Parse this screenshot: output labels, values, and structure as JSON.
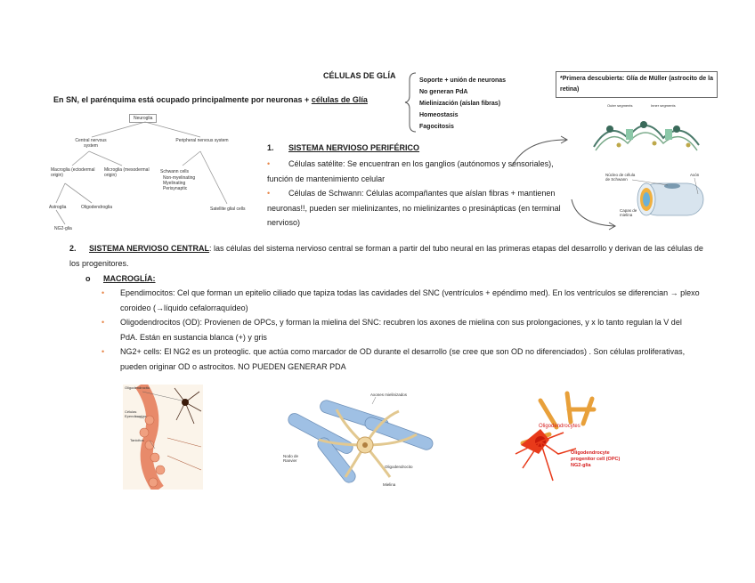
{
  "title": "CÉLULAS DE GLÍA",
  "intro": {
    "text": "En SN, el parénquima está ocupado principalmente por neuronas + ",
    "link": "células de Glía"
  },
  "functions": [
    "Soporte + unión de neuronas",
    "No generan PdA",
    "Mielinización (aíslan fibras)",
    "Homeostasis",
    "Fagocitosis"
  ],
  "first_discovery": "*Primera descubierta: Glía de Müller (astrocito de la retina)",
  "neuroglia_diagram": {
    "root": "Neuroglia",
    "cns": "Central nervous system",
    "pns": "Peripheral nervous system",
    "macroglia": "Macroglia (ectodermal origin)",
    "microglia": "Microglia (mesodermal origin)",
    "schwann": "Schwann cells",
    "schwann_types": "Non-myelinating\nMyelinating\nPerisynaptic",
    "astroglia": "Astroglia",
    "oligodendroglia": "Oligodendroglia",
    "ng2": "NG2-glia",
    "satellite": "Satellite glial cells"
  },
  "snp": {
    "number": "1.",
    "heading": "SISTEMA NERVIOSO PERIFÉRICO",
    "item1": "Células satélite: Se encuentran en los ganglios (autónomos y sensoriales), función de mantenimiento celular",
    "item2": "Células de Schwann: Células acompañantes que aíslan fibras + mantienen neuronas!!, pueden ser mielinizantes, no mielinizantes o presinápticas (en terminal nervioso)"
  },
  "snc": {
    "number": "2.",
    "heading": "SISTEMA NERVIOSO CENTRAL",
    "text": ": las células del sistema nervioso central se forman a partir del tubo neural en las primeras etapas del desarrollo y derivan de las células de los progenitores.",
    "macroglia_bullet": "o",
    "macroglia_heading": "MACROGLÍA:",
    "items": [
      "Ependimocitos: Cel que forman un epitelio ciliado que tapiza todas las cavidades del SNC (ventrículos + epéndimo med). En los ventrículos se diferencian → plexo coroideo (→líquido cefalorraquídeo)",
      "Oligodendrocitos (OD): Provienen de OPCs, y forman la mielina del SNC: recubren los axones de mielina con sus prolongaciones, y x lo tanto regulan la V del PdA. Están en sustancia blanca (+) y gris",
      "NG2+ cells: El NG2 es un proteoglic. que actúa como marcador de OD durante el desarrollo (se cree que son OD no diferenciados) . Son células proliferativas, pueden originar OD o astrocitos. NO PUEDEN GENERAR PDA"
    ]
  },
  "figure_labels": {
    "muller": {
      "left": "Outer segments",
      "right": "Inner segments"
    },
    "schwann": {
      "nucleus": "Núcleo de célula de Schwann",
      "axon": "Axón",
      "myelin": "Capas de mielina"
    },
    "ependyma": {
      "oligo": "Oligodendrocito",
      "ependymal": "Células Ependimarias",
      "tanycyte": "Tanicitos"
    },
    "oligo_axons": {
      "axons": "Axones mielinizados",
      "node": "Nodo de Ranvier",
      "oligo": "Oligodendrocito",
      "myelin": "Mielina"
    },
    "opc": {
      "oligo": "Oligodendrocytes",
      "opc": "Oligodendrocyte progenitor cell (OPC)",
      "ng2": "NG2-glia"
    }
  },
  "colors": {
    "bullet": "#e8874a",
    "text": "#1a1a1a",
    "red_label": "#d62020",
    "axon_blue": "#8fb4dc",
    "cell_orange": "#e8a03a"
  }
}
